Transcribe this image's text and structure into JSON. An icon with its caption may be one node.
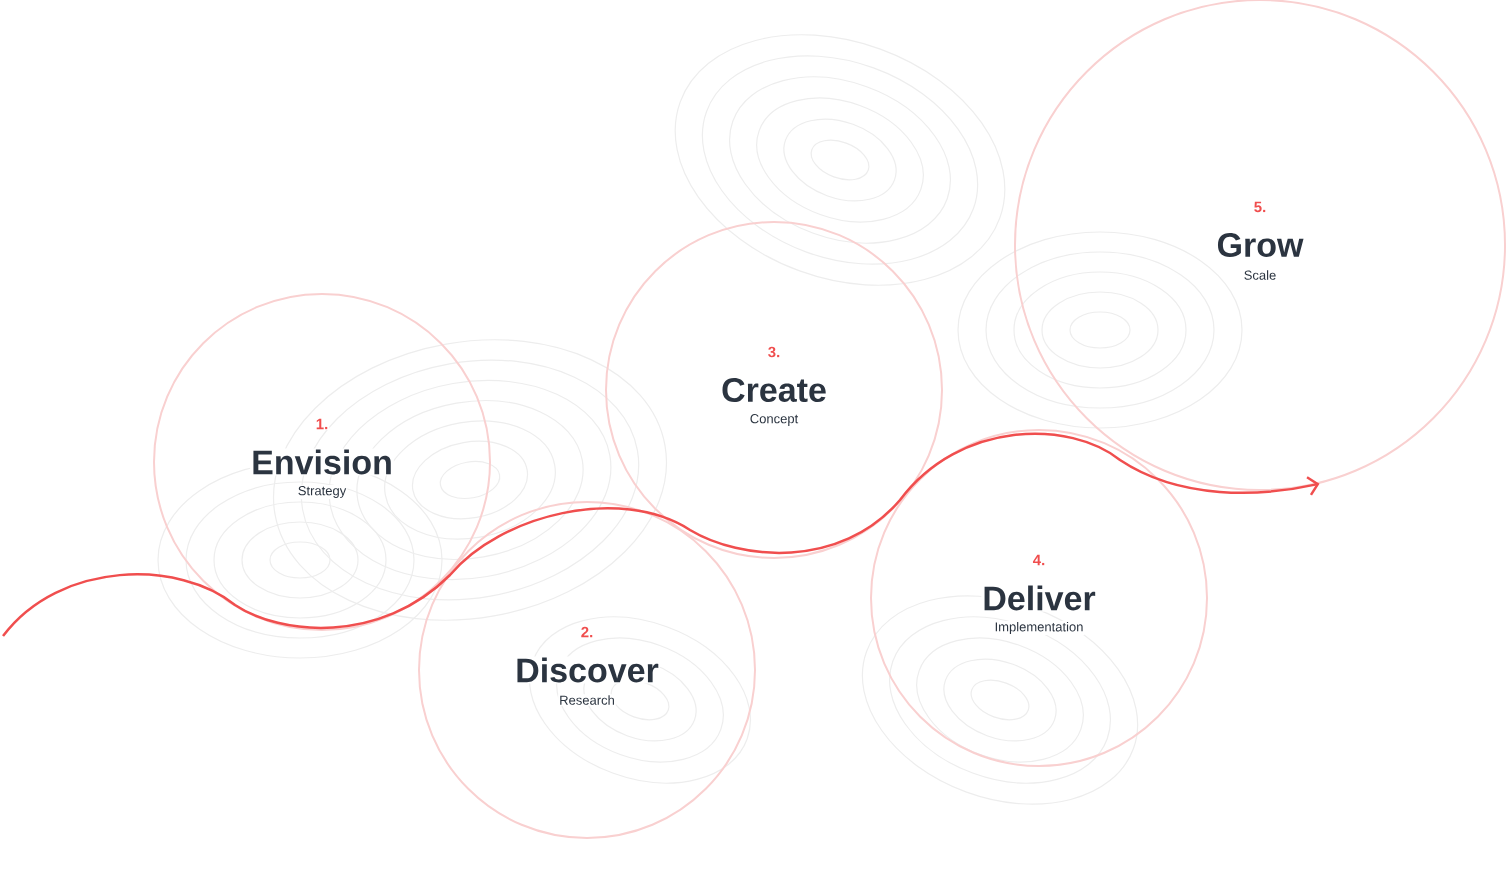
{
  "diagram": {
    "nodes": [
      {
        "text": [
          "1.",
          "Envision",
          "Strategy"
        ]
      },
      {
        "text": [
          "2.",
          "Discover",
          "Research"
        ]
      },
      {
        "text": [
          "3.",
          "Create",
          "Concept"
        ]
      },
      {
        "text": [
          "4.",
          "Deliver",
          "Implementation"
        ]
      },
      {
        "text": [
          "5.",
          "Grow",
          "Scale"
        ]
      }
    ],
    "edges": [
      {
        "from": null,
        "to": 4,
        "arrow": "to"
      }
    ]
  }
}
